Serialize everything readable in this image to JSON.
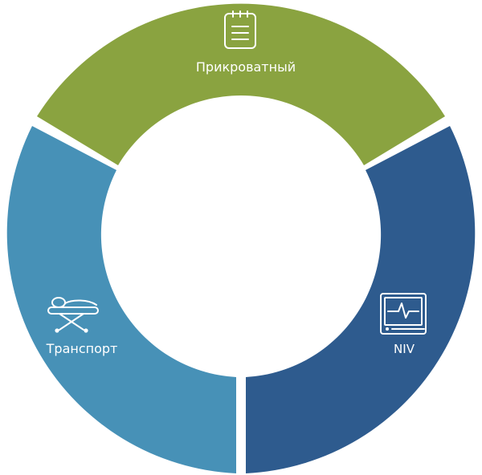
{
  "segments": [
    {
      "id": "bedside",
      "label": "Прикроватный",
      "icon": "clipboard-icon",
      "color": "#8AA340"
    },
    {
      "id": "niv",
      "label": "NIV",
      "icon": "monitor-icon",
      "color": "#2E5B8E"
    },
    {
      "id": "transport",
      "label": "Транспорт",
      "icon": "stretcher-icon",
      "color": "#4791B7"
    }
  ]
}
